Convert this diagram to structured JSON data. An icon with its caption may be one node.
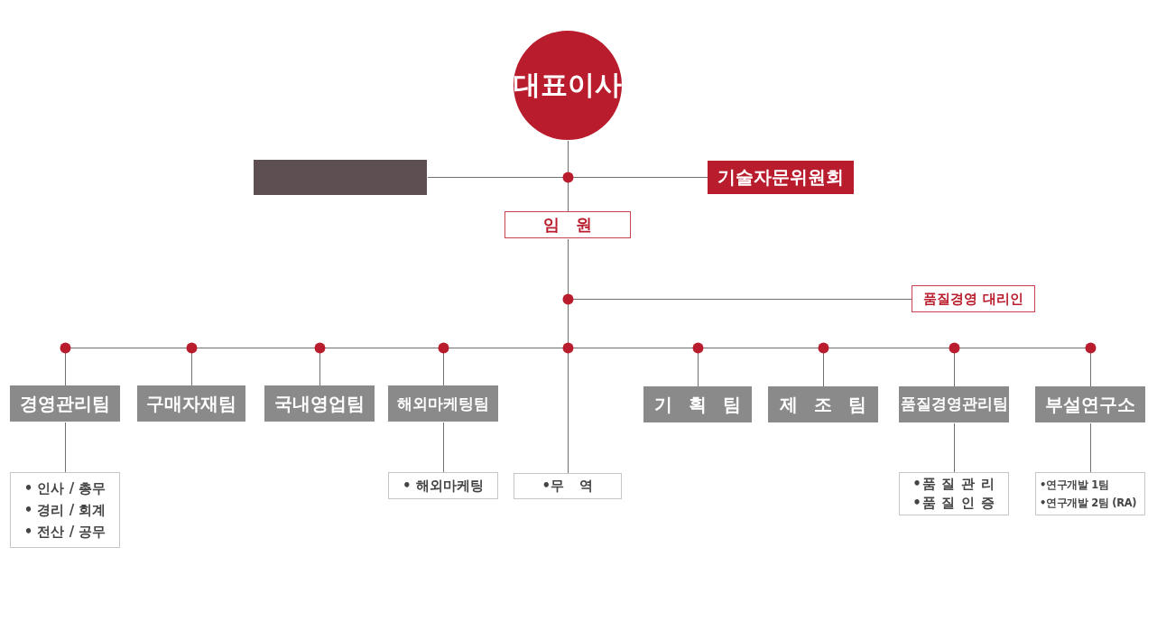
{
  "diagram": {
    "nodes": [
      {
        "text": [
          "대표이사"
        ]
      },
      {
        "text": [],
        "shape": "box"
      },
      {
        "text": [
          "기술자문위원회"
        ]
      },
      {
        "text": [
          "임 원"
        ]
      },
      {
        "text": [
          "품질경영 대리인"
        ]
      },
      {
        "text": [
          "경영관리팀"
        ]
      },
      {
        "text": [
          "구매자재팀"
        ]
      },
      {
        "text": [
          "국내영업팀"
        ]
      },
      {
        "text": [
          "해외마케팅팀"
        ]
      },
      {
        "text": [
          "기 획 팀"
        ]
      },
      {
        "text": [
          "제 조 팀"
        ]
      },
      {
        "text": [
          "품질경영관리팀"
        ]
      },
      {
        "text": [
          "부설연구소"
        ]
      },
      {
        "text": [
          "• 인사 / 총무",
          "• 경리 / 회계",
          "• 전산 / 공무"
        ]
      },
      {
        "text": [
          "• 해외마케팅"
        ]
      },
      {
        "text": [
          "•무 역"
        ]
      },
      {
        "text": [
          "•품 질 관 리",
          "•품 질 인 증"
        ]
      },
      {
        "text": [
          "•연구개발 1팀",
          "•연구개발 2팀 (RA)"
        ]
      }
    ],
    "edges": [
      {
        "from": 0,
        "to": 1,
        "arrow": "none"
      },
      {
        "from": 0,
        "to": 2,
        "arrow": "none"
      },
      {
        "from": 0,
        "to": 3,
        "arrow": "none"
      },
      {
        "from": 3,
        "to": 4,
        "arrow": "none"
      },
      {
        "from": 3,
        "to": 5,
        "arrow": "none"
      },
      {
        "from": 3,
        "to": 6,
        "arrow": "none"
      },
      {
        "from": 3,
        "to": 7,
        "arrow": "none"
      },
      {
        "from": 3,
        "to": 8,
        "arrow": "none"
      },
      {
        "from": 3,
        "to": 15,
        "arrow": "none"
      },
      {
        "from": 3,
        "to": 9,
        "arrow": "none"
      },
      {
        "from": 3,
        "to": 10,
        "arrow": "none"
      },
      {
        "from": 3,
        "to": 11,
        "arrow": "none"
      },
      {
        "from": 3,
        "to": 12,
        "arrow": "none"
      },
      {
        "from": 5,
        "to": 13,
        "arrow": "none"
      },
      {
        "from": 8,
        "to": 14,
        "arrow": "none"
      },
      {
        "from": 11,
        "to": 16,
        "arrow": "none"
      },
      {
        "from": 12,
        "to": 17,
        "arrow": "none"
      }
    ]
  }
}
